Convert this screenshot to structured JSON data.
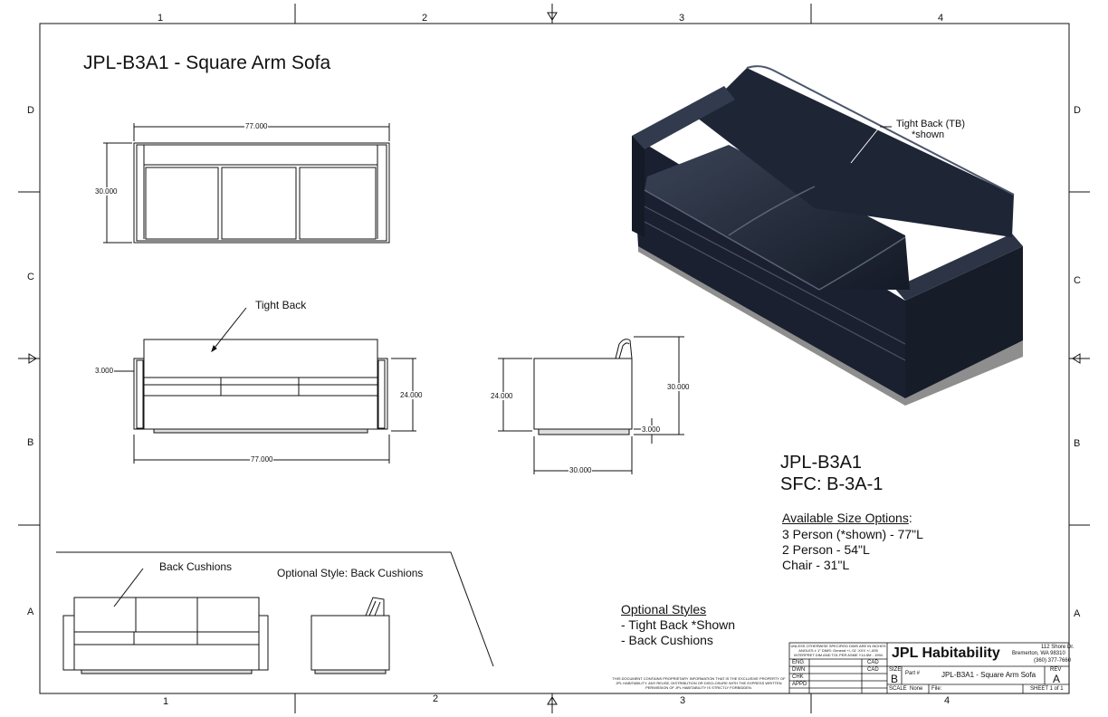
{
  "sheet": {
    "title": "JPL-B3A1 - Square Arm Sofa",
    "zones_top": [
      "1",
      "2",
      "3",
      "4"
    ],
    "zones_bottom": [
      "1",
      "2",
      "3",
      "4"
    ],
    "rows_left": [
      "D",
      "C",
      "B",
      "A"
    ],
    "rows_right": [
      "D",
      "C",
      "B",
      "A"
    ]
  },
  "dimensions": {
    "top_width": "77.000",
    "top_depth": "30.000",
    "front_arm": "3.000",
    "front_height": "24.000",
    "front_width": "77.000",
    "side_height_low": "24.000",
    "side_height_high": "30.000",
    "side_leg": "3.000",
    "side_depth": "30.000"
  },
  "callouts": {
    "tight_back": "Tight Back",
    "tight_back_tb": "Tight Back (TB)",
    "shown": "*shown",
    "back_cushions": "Back Cushions",
    "optional_style": "Optional Style: Back Cushions"
  },
  "product": {
    "model": "JPL-B3A1",
    "sfc": "SFC:  B-3A-1",
    "size_heading": "Available Size Options",
    "size_colon": ":",
    "sizes": [
      "3 Person (*shown) - 77\"L",
      "2 Person - 54\"L",
      "Chair - 31\"L"
    ],
    "styles_heading": "Optional Styles",
    "styles": [
      "- Tight Back *Shown",
      "- Back Cushions"
    ]
  },
  "title_block": {
    "unless_note": "UNLESS OTHERWISE SPECIFIED DIMS ARE IN INCHES ANGLES ± 1° DIMS: General +/-.02 .XXX +/-.005 INTERPRET DIM AND TOL PER ASME Y14.5M - 1994",
    "rows": [
      {
        "role": "ENG",
        "tool": "CAD"
      },
      {
        "role": "DWN",
        "tool": "CAD"
      },
      {
        "role": "CHK",
        "tool": ""
      },
      {
        "role": "APPD",
        "tool": ""
      }
    ],
    "proprietary": "THIS DOCUMENT CONTAINS PROPRIETARY INFORMATION THAT IS THE EXCLUSIVE PROPERTY OF JPL HABITABILITY. ANY REUSE, DISTRIBUTION OR DISCLOSURE WITH THE EXPRESS WRITTEN PERMISSION OF JPL HABITABILITY IS STRICTLY FORBIDDEN.",
    "company": "JPL Habitability",
    "address1": "112  Shore Dr.",
    "address2": "Bremerton, WA 98310",
    "phone": "(360) 377-7660",
    "size_label": "SIZE",
    "size_value": "B",
    "part_label": "Part #",
    "part_value": "JPL-B3A1 - Square Arm Sofa",
    "rev_label": "REV",
    "rev_value": "A",
    "scale_label": "SCALE",
    "scale_value": "None",
    "file_label": "File:",
    "sheet": "SHEET 1 of 1"
  },
  "colors": {
    "ink": "#111111",
    "fabric": "#1c2230",
    "fabric_light": "#3a4356",
    "base": "#8e8e8e"
  }
}
